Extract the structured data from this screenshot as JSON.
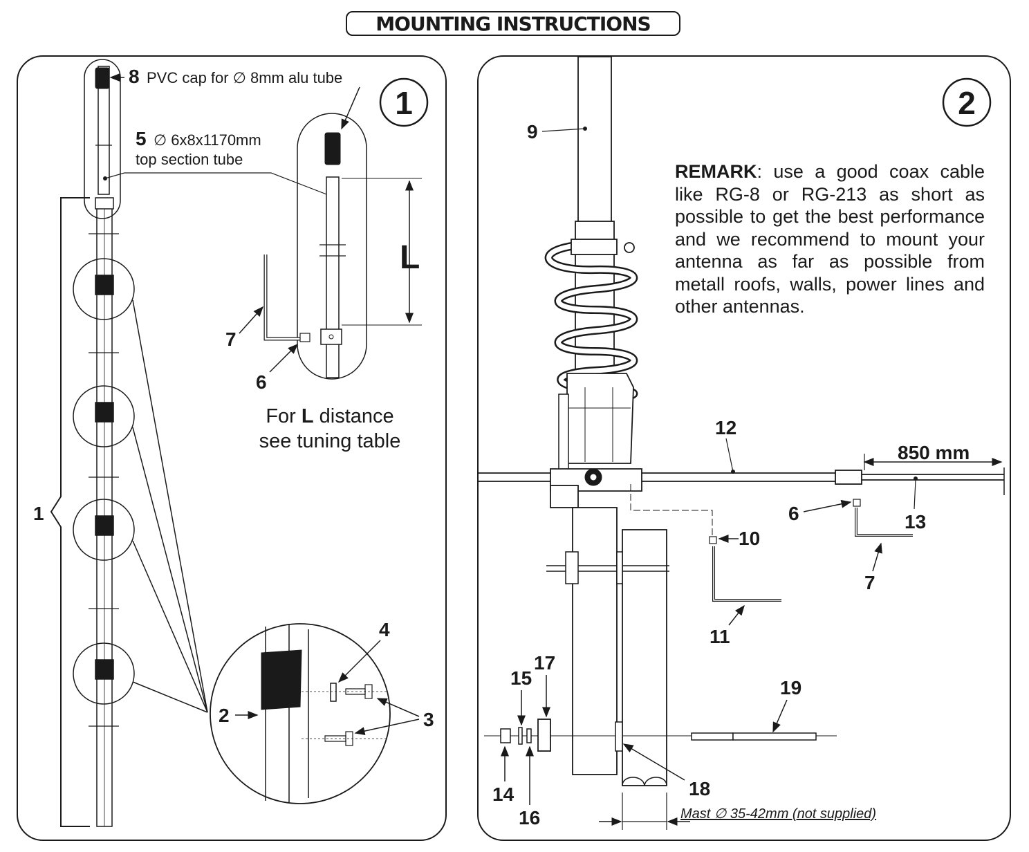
{
  "title": "MOUNTING INSTRUCTIONS",
  "panel1": {
    "step_number": "1",
    "part8": {
      "number": "8",
      "text": "PVC cap for ∅ 8mm alu tube"
    },
    "part5": {
      "number": "5",
      "text_line1": "∅ 6x8x1170mm",
      "text_line2": "top section tube"
    },
    "dimension_label": "L",
    "part_labels": [
      "7",
      "6",
      "1",
      "2",
      "3",
      "4"
    ],
    "note_line1_pre": "For ",
    "note_line1_bold": "L",
    "note_line1_post": " distance",
    "note_line2": "see tuning table"
  },
  "panel2": {
    "step_number": "2",
    "remark_bold": "REMARK",
    "remark_text": ": use a good coax cable like RG-8 or RG-213 as short as possible to get the best performance and we recommend to mount your antenna as far as possible from metall roofs, walls, power lines and other antennas.",
    "dimension_label": "850 mm",
    "part_labels": [
      "9",
      "12",
      "13",
      "6",
      "7",
      "10",
      "11",
      "14",
      "15",
      "16",
      "17",
      "18",
      "19"
    ],
    "mast_note": "Mast ∅ 35-42mm (not supplied)"
  },
  "colors": {
    "ink": "#1a1a1a",
    "background": "#ffffff"
  }
}
